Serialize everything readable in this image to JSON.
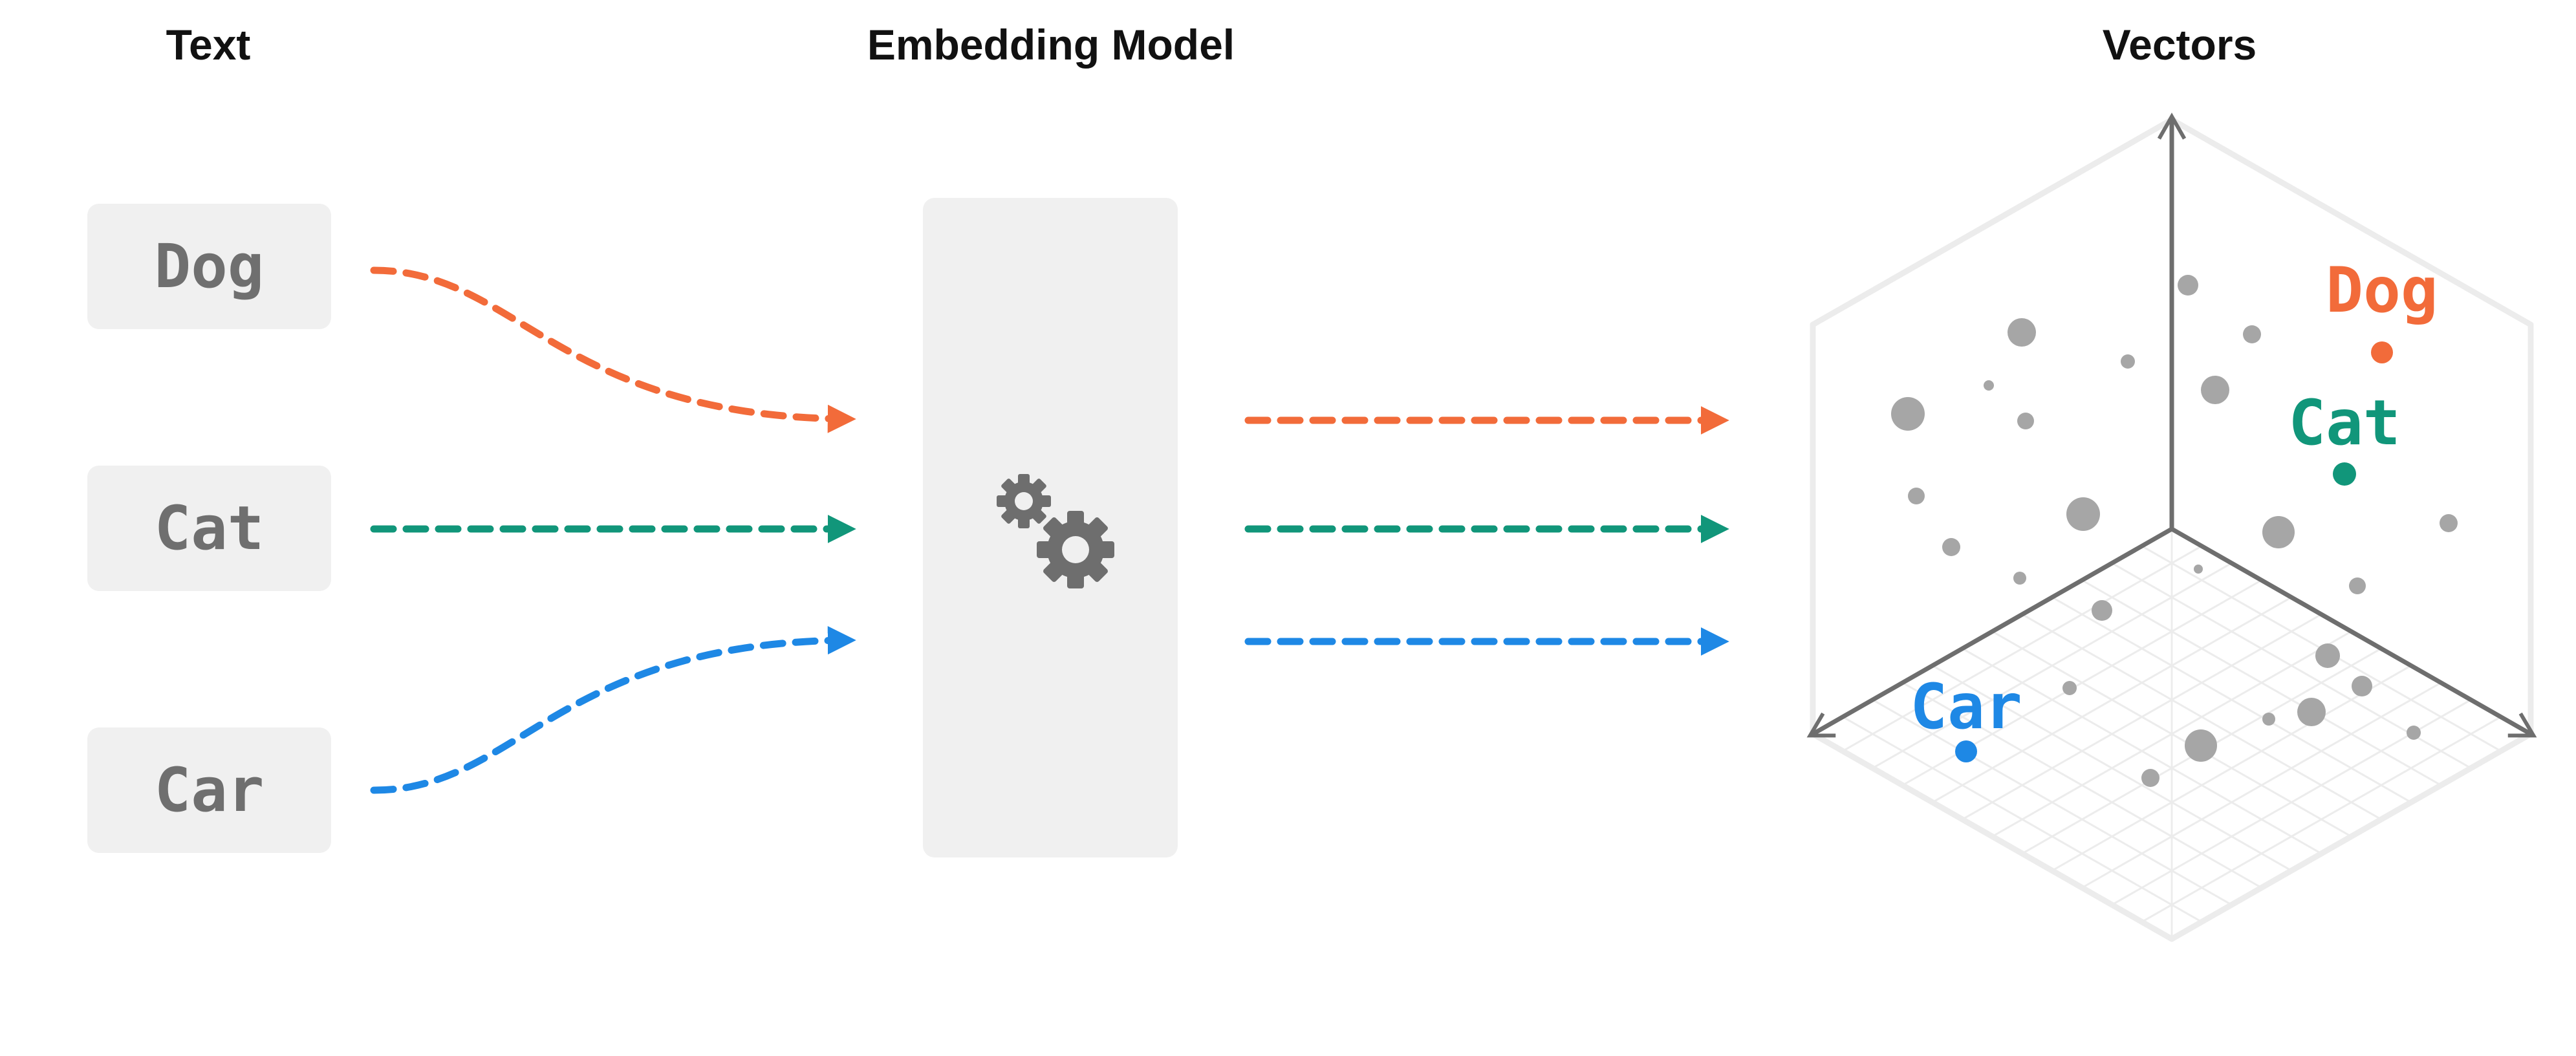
{
  "headings": {
    "text": "Text",
    "model": "Embedding Model",
    "vectors": "Vectors"
  },
  "words": [
    {
      "label": "Dog",
      "color": "#f26b3a"
    },
    {
      "label": "Cat",
      "color": "#11967a"
    },
    {
      "label": "Car",
      "color": "#1e88e5"
    }
  ],
  "model_icon": "gears-icon",
  "vector_labels": {
    "dog": "Dog",
    "cat": "Cat",
    "car": "Car"
  },
  "colors": {
    "dog": "#f26b3a",
    "cat": "#11967a",
    "car": "#1e88e5",
    "neutral": "#a6a6a6",
    "axis": "#6e6e6e"
  }
}
